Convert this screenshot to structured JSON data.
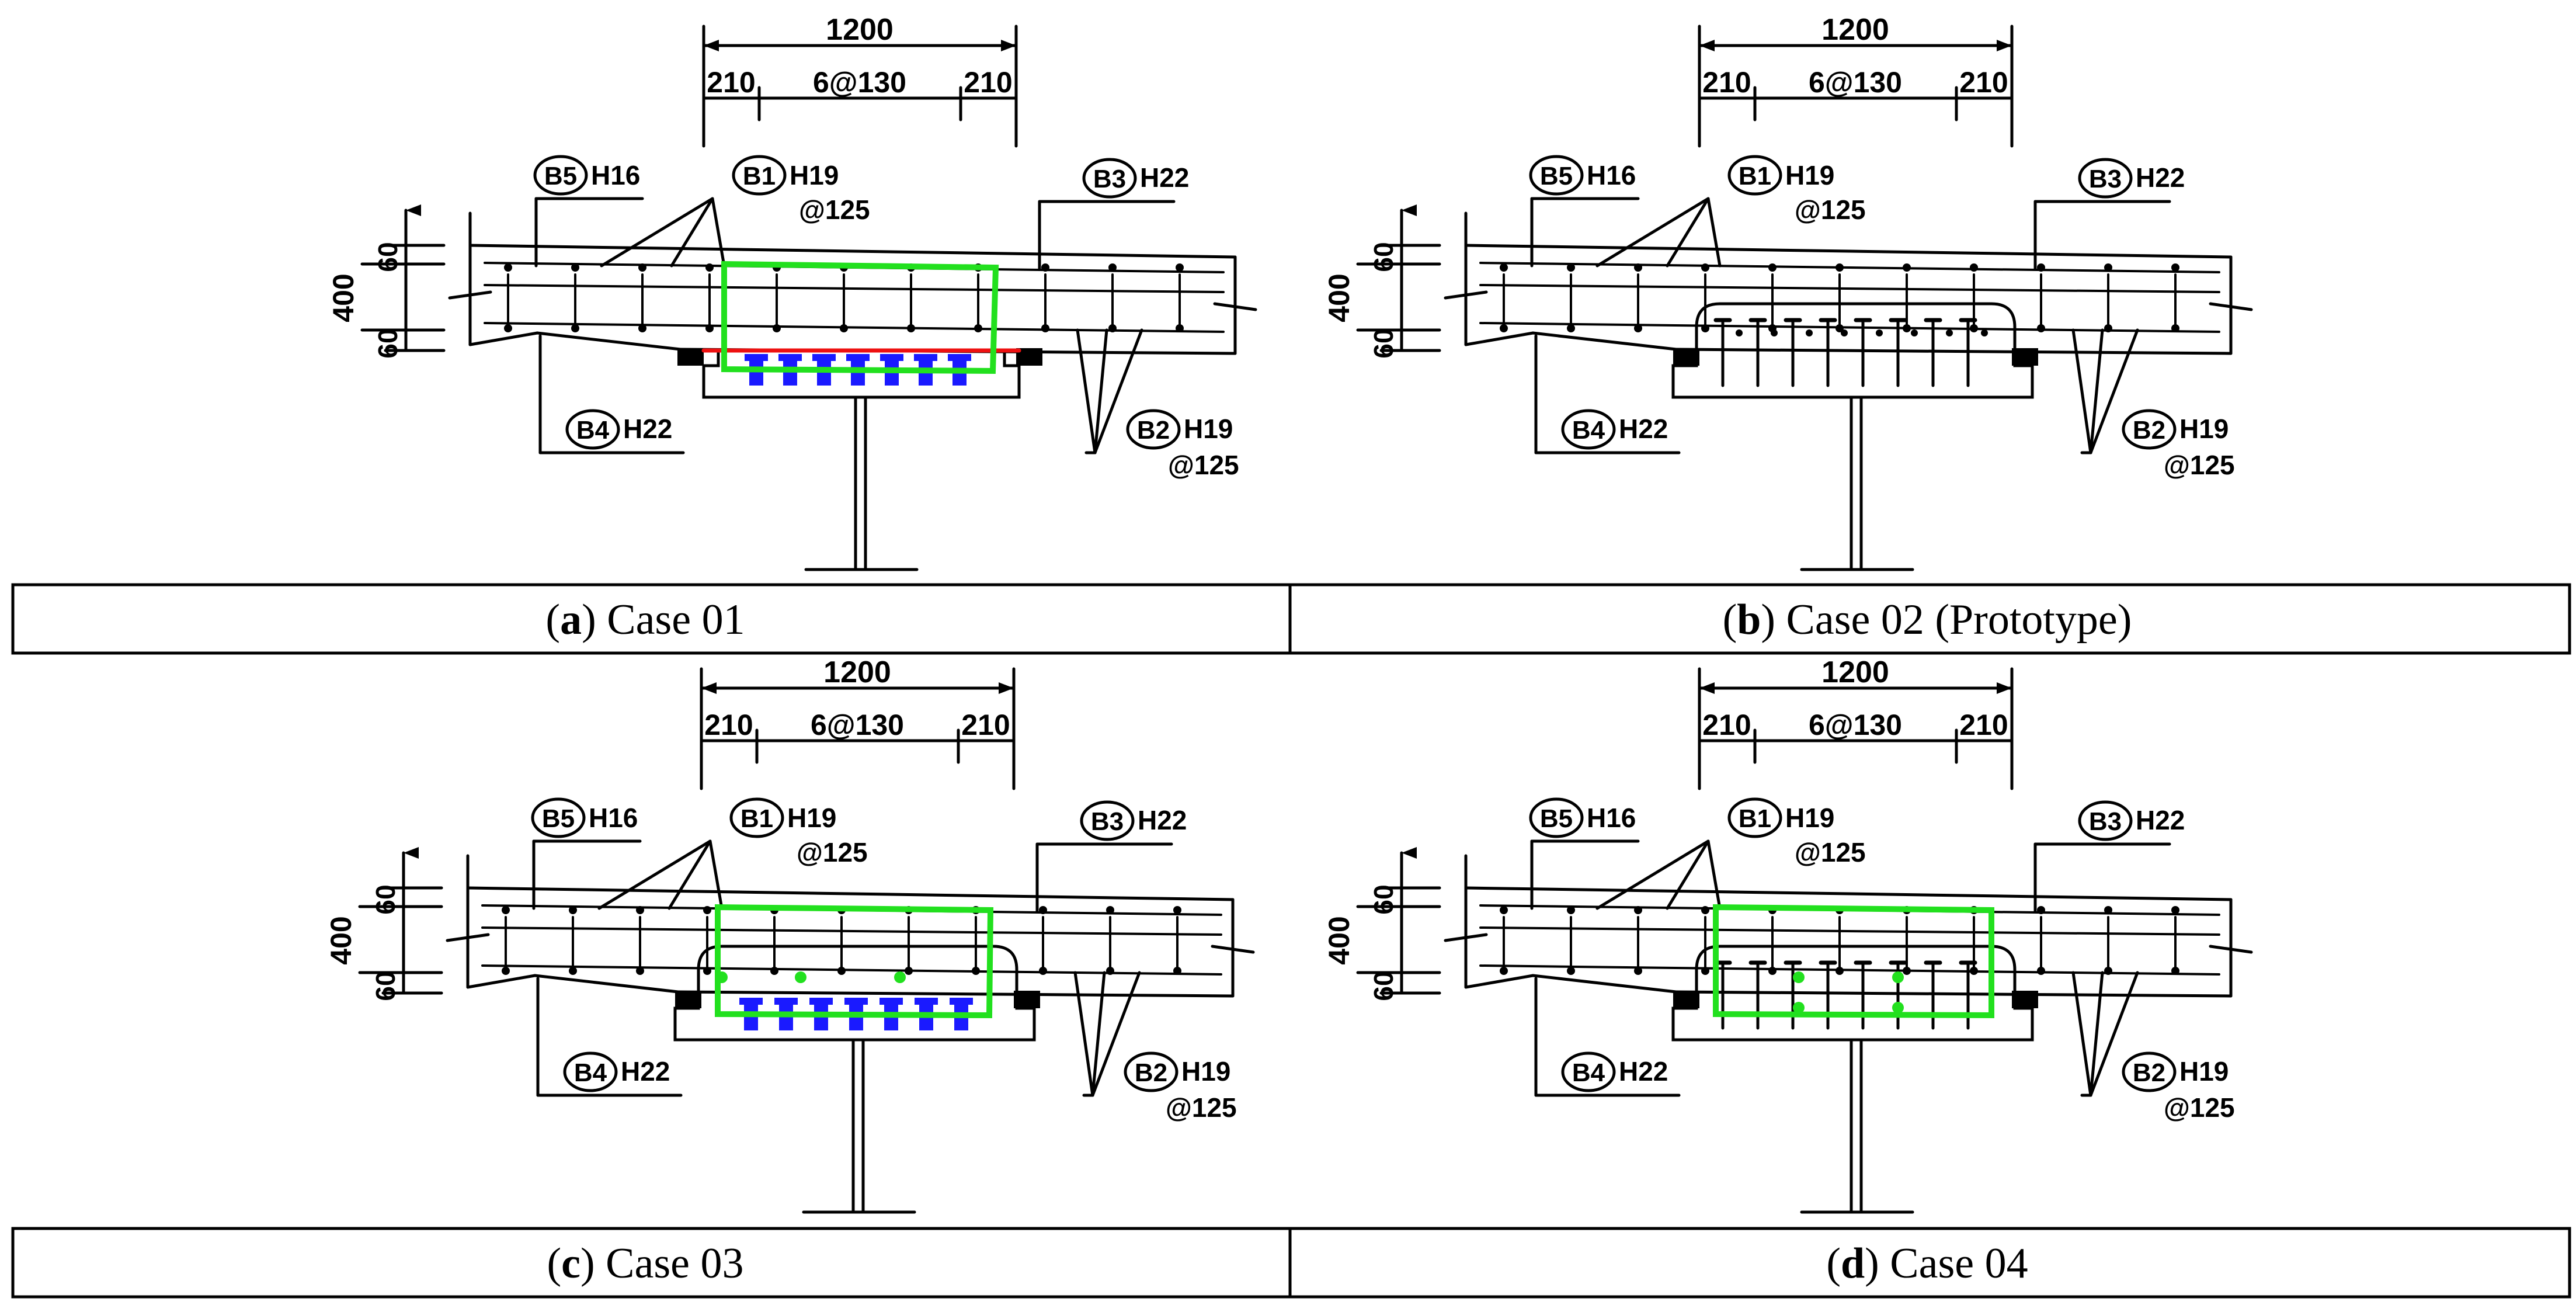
{
  "colors": {
    "line": "#000000",
    "highlight": "#22e01e",
    "studs": "#1a1aff",
    "interface": "#ee1111"
  },
  "panels": [
    {
      "letter": "a",
      "title": "Case 01",
      "variant": "case01"
    },
    {
      "letter": "b",
      "title": "Case 02 (Prototype)",
      "variant": "case02"
    },
    {
      "letter": "c",
      "title": "Case 03",
      "variant": "case03"
    },
    {
      "letter": "d",
      "title": "Case 04",
      "variant": "case04"
    }
  ],
  "labels": {
    "overall": "1200",
    "edge_left": "210",
    "edge_right": "210",
    "spacing": "6@130",
    "b5": "B5",
    "b5_size": "H16",
    "b1": "B1",
    "b1_size": "H19",
    "b1_pitch": "@125",
    "b3": "B3",
    "b3_size": "H22",
    "b4": "B4",
    "b4_size": "H22",
    "b2": "B2",
    "b2_size": "H19",
    "b2_pitch": "@125",
    "depth": "400",
    "cover_top": "60",
    "cover_bot": "60"
  }
}
